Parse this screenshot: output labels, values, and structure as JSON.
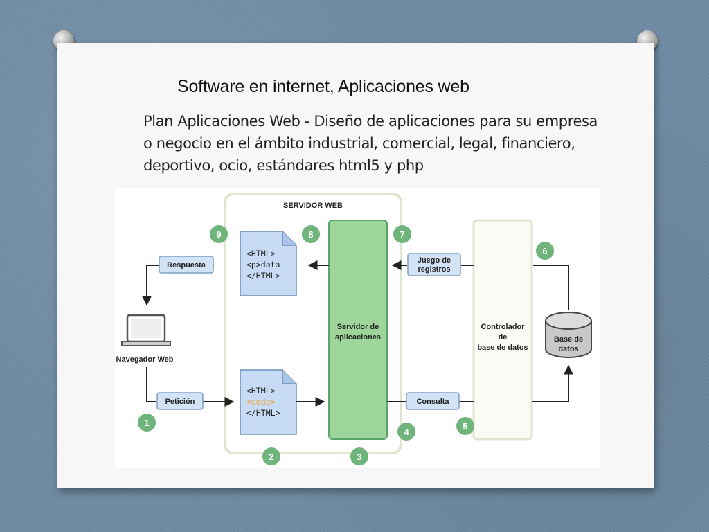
{
  "slide": {
    "title": "Software en internet, Aplicaciones web",
    "body_lines": [
      "Plan Aplicaciones Web - Diseño de aplicaciones para su empresa",
      "o negocio en el ámbito  industrial, comercial, legal, financiero,",
      "deportivo, ocio, estándares html5 y php"
    ]
  },
  "diagram": {
    "server_title": "SERVIDOR WEB",
    "browser_label": "Navegador Web",
    "response_label": "Respuesta",
    "request_label": "Petición",
    "page_response": [
      "<HTML>",
      "<p>data",
      "</HTML>"
    ],
    "page_request": [
      "<HTML>",
      "<code>",
      "</HTML>"
    ],
    "app_server_label": [
      "Servidor de",
      "aplicaciones"
    ],
    "records_label": [
      "Juego de",
      "registros"
    ],
    "query_label": "Consulta",
    "controller_label": [
      "Controlador",
      "de",
      "base de datos"
    ],
    "database_label": [
      "Base de",
      "datos"
    ],
    "step_numbers": [
      "1",
      "2",
      "3",
      "4",
      "5",
      "6",
      "7",
      "8",
      "9"
    ]
  },
  "colors": {
    "green_step": "#6fb57b",
    "green_server": "#9dd59a",
    "blue_page": "#c7dcf4",
    "blue_label": "#d2e3f6",
    "orange_code": "#f0a020"
  }
}
